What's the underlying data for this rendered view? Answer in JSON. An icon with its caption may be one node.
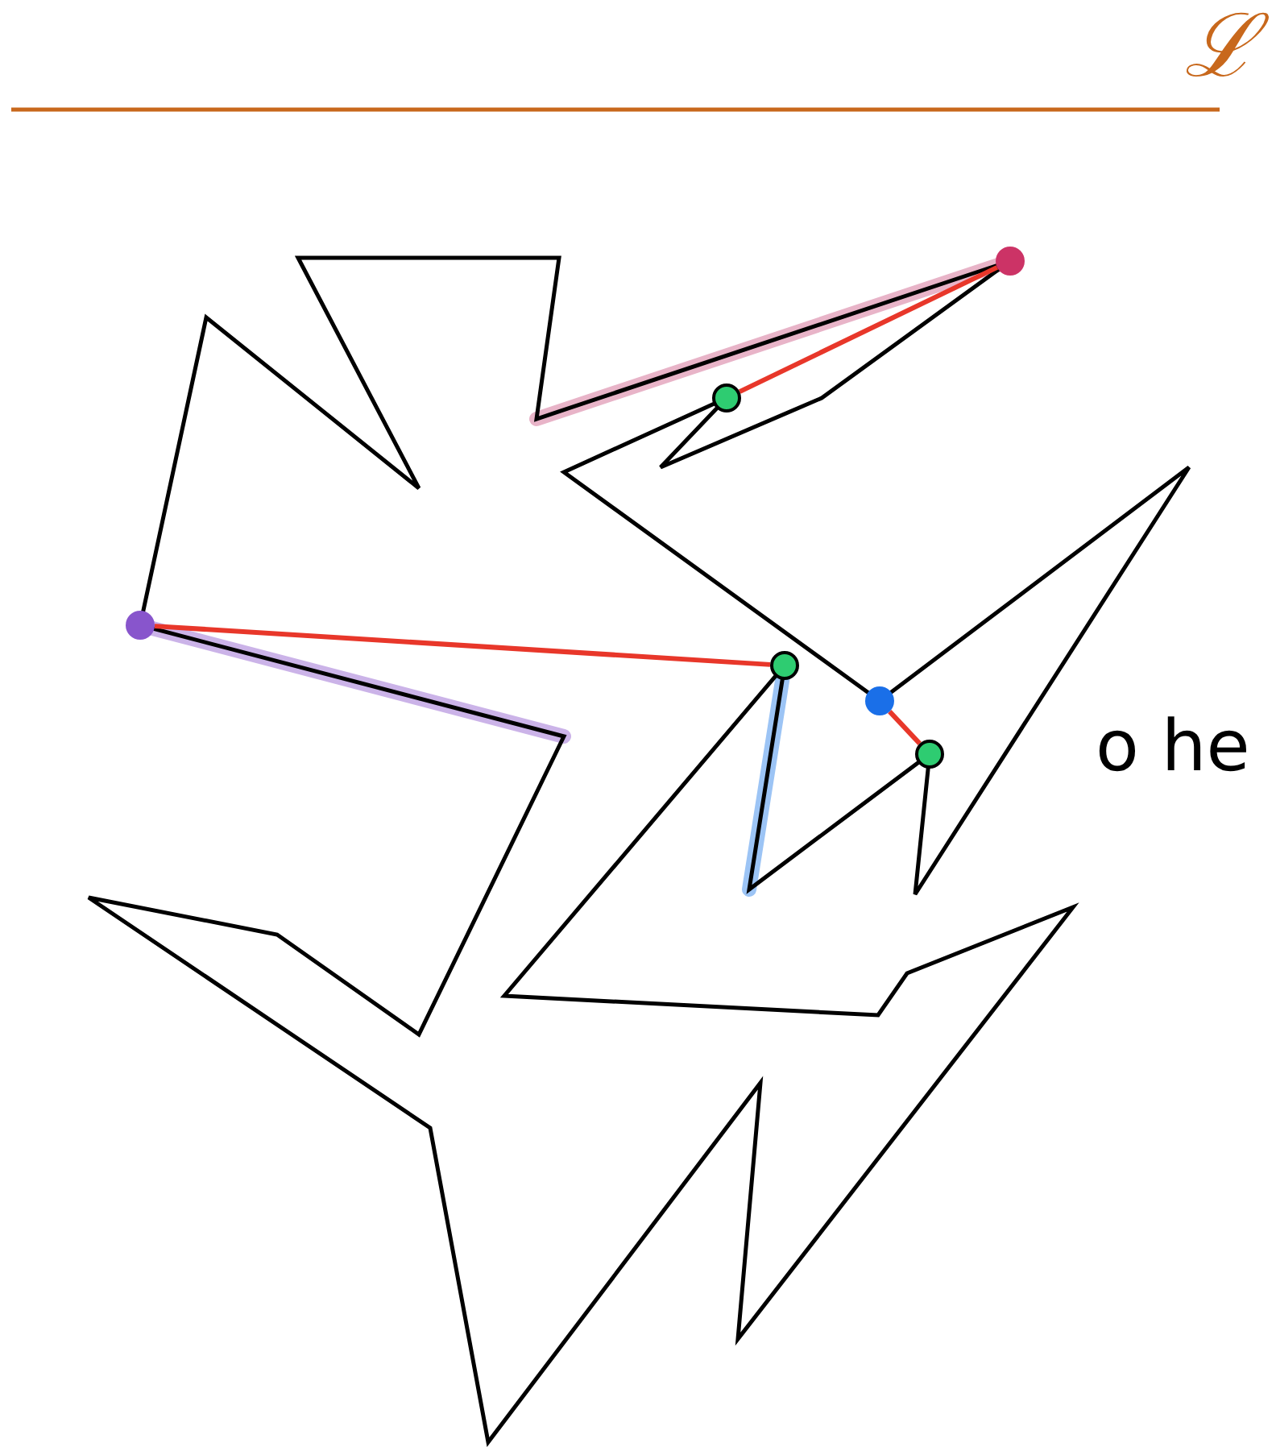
{
  "diagram": {
    "nodes": [
      {
        "text": [],
        "shape": "circle"
      },
      {
        "text": [],
        "shape": "circle"
      },
      {
        "text": [],
        "shape": "circle"
      },
      {
        "text": [],
        "shape": "circle"
      },
      {
        "text": [],
        "shape": "circle"
      },
      {
        "text": [],
        "shape": "circle"
      }
    ],
    "edges": [
      {
        "from": 0,
        "to": 1,
        "arrow": "none"
      },
      {
        "from": 2,
        "to": 3,
        "arrow": "none"
      },
      {
        "from": 4,
        "to": 5,
        "arrow": "none"
      }
    ],
    "labels": [
      "ℒ",
      "o he"
    ]
  }
}
